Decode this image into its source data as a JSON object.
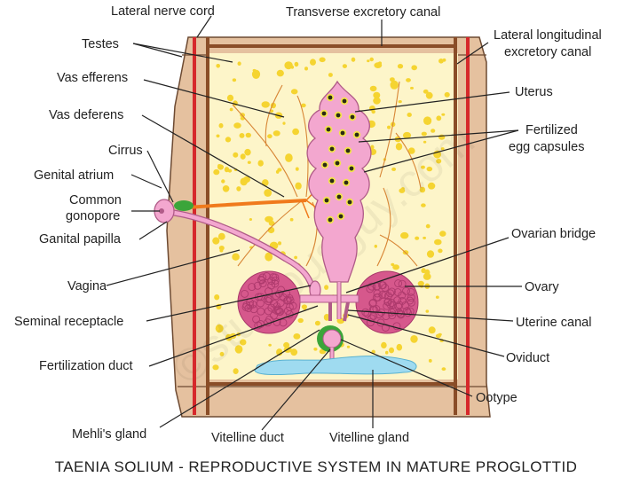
{
  "caption": "TAENIA SOLIUM - REPRODUCTIVE SYSTEM IN MATURE PROGLOTTID",
  "watermark": "©studiousguy.com",
  "colors": {
    "proglottid_body": "#e5c19f",
    "proglottid_inner": "#fdf5c9",
    "testes": "#f5d431",
    "nerve_cord": "#d6282b",
    "excretory_canal": "#8a4d28",
    "uterus": "#f3a7cf",
    "egg_capsule": "#2b2a12",
    "egg_capsule_ring": "#f3e34c",
    "ovary": "#d6588c",
    "vas_deferens": "#f07a1c",
    "mehlis_gland": "#3ba53a",
    "vitelline_gland": "#9fdbf0"
  },
  "labels": {
    "lateral_nerve_cord": "Lateral nerve cord",
    "transverse_excretory_canal": "Transverse excretory canal",
    "testes": "Testes",
    "lateral_longitudinal_line1": "Lateral longitudinal",
    "lateral_longitudinal_line2": "excretory canal",
    "vas_efferens": "Vas efferens",
    "uterus": "Uterus",
    "vas_deferens": "Vas deferens",
    "fertilized_line1": "Fertilized",
    "fertilized_line2": "egg capsules",
    "cirrus": "Cirrus",
    "genital_atrium": "Genital atrium",
    "common_gonopore_line1": "Common",
    "common_gonopore_line2": "gonopore",
    "ganital_papilla": "Ganital papilla",
    "ovarian_bridge": "Ovarian bridge",
    "vagina": "Vagina",
    "ovary": "Ovary",
    "seminal_receptacle": "Seminal receptacle",
    "uterine_canal": "Uterine canal",
    "fertilization_duct": "Fertilization duct",
    "oviduct": "Oviduct",
    "ootype": "Ootype",
    "mehlis_gland": "Mehli's gland",
    "vitelline_duct": "Vitelline duct",
    "vitelline_gland": "Vitelline gland"
  }
}
